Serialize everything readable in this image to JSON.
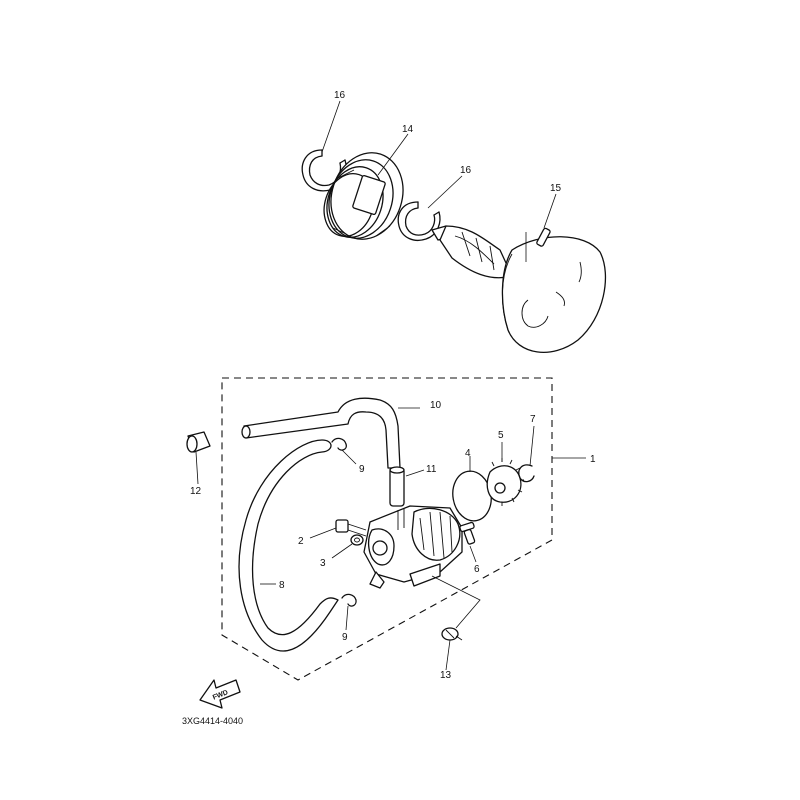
{
  "diagram": {
    "callouts": {
      "c1": "1",
      "c2": "2",
      "c3": "3",
      "c4": "4",
      "c5": "5",
      "c6": "6",
      "c7": "7",
      "c8": "8",
      "c9a": "9",
      "c9b": "9",
      "c10": "10",
      "c11": "11",
      "c12": "12",
      "c13": "13",
      "c14": "14",
      "c15": "15",
      "c16a": "16",
      "c16b": "16"
    },
    "fwd_label": "FWD",
    "drawing_code": "3XG4414-4040"
  }
}
